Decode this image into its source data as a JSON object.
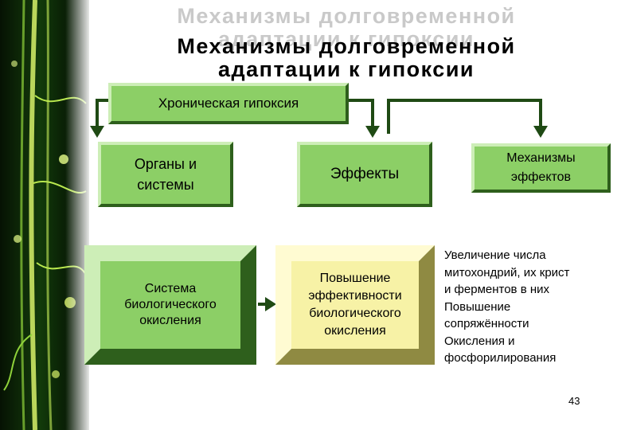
{
  "title": {
    "line1": "Механизмы долговременной",
    "line2": "адаптации к гипоксии",
    "shadow_line1": "Механизмы долговременной",
    "shadow_line2": "адаптации к гипоксии"
  },
  "boxes": {
    "chronic_hypoxia": "Хроническая гипоксия",
    "organs_line1": "Органы и",
    "organs_line2": "системы",
    "effects": "Эффекты",
    "mechanisms_line1": "Механизмы",
    "mechanisms_line2": "эффектов",
    "bio_oxidation_line1": "Система",
    "bio_oxidation_line2": "биологического",
    "bio_oxidation_line3": "окисления",
    "efficiency_line1": "Повышение",
    "efficiency_line2": "эффективности",
    "efficiency_line3": "биологического",
    "efficiency_line4": "окисления"
  },
  "mechanism_text": [
    "Увеличение числа",
    "митохондрий, их крист",
    "и ферментов в них",
    "Повышение",
    "сопряжённости",
    "Окисления и",
    "фосфорилирования"
  ],
  "slide_number": "43",
  "colors": {
    "box_green": "#8ccf66",
    "box_yellow": "#f7f2a6",
    "connector": "#1f4a14"
  }
}
